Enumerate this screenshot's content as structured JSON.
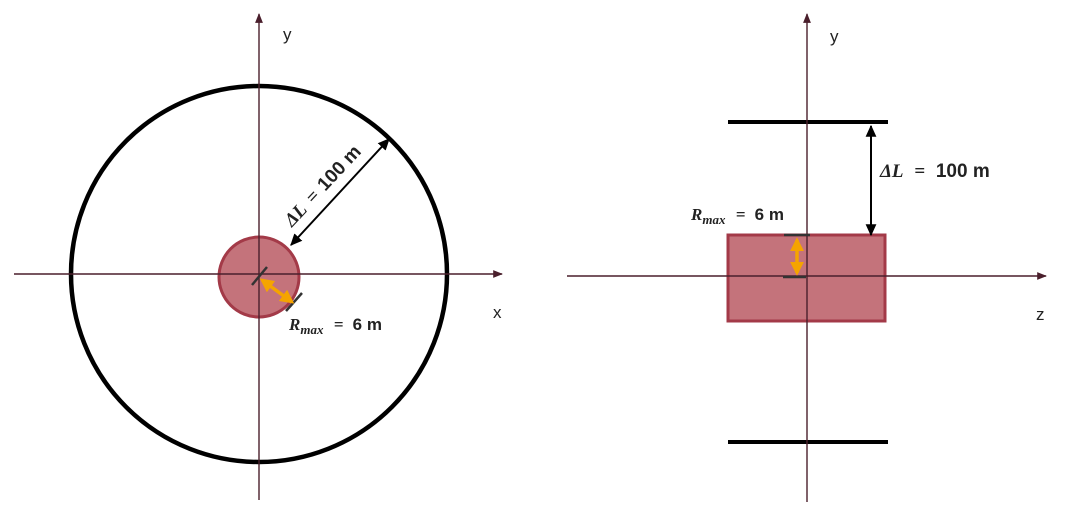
{
  "left_view": {
    "y_axis_label": "y",
    "x_axis_label": "x",
    "delta_l": {
      "symbol": "ΔL",
      "equals": "=",
      "value": "100 m"
    },
    "r_max": {
      "symbol": "R",
      "subscript": "max",
      "equals": "=",
      "value": "6 m"
    }
  },
  "right_view": {
    "y_axis_label": "y",
    "z_axis_label": "z",
    "delta_l": {
      "symbol": "ΔL",
      "equals": "=",
      "value": "100 m"
    },
    "r_max": {
      "symbol": "R",
      "subscript": "max",
      "equals": "=",
      "value": "6 m"
    }
  },
  "colors": {
    "axis": "#4a1f2c",
    "boundary": "#000000",
    "region_fill": "#c4737b",
    "region_stroke": "#a33a48",
    "radius_arrow": "#f5a400"
  }
}
